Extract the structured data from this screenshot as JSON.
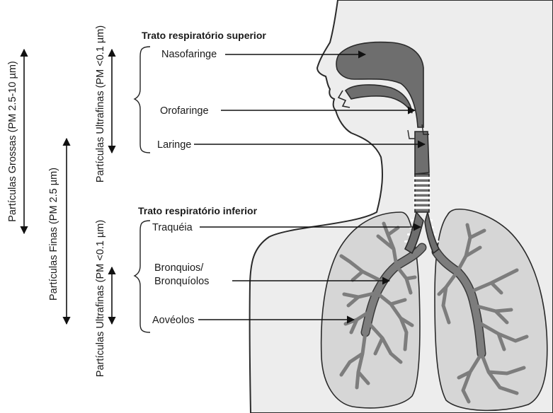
{
  "upper_section": {
    "title": "Trato respiratório superior",
    "labels": [
      "Nasofaringe",
      "Orofaringe",
      "Laringe"
    ]
  },
  "lower_section": {
    "title": "Trato respiratório inferior",
    "labels": [
      "Traquéia",
      "Bronquios/",
      "Bronquíolos",
      "Aovéolos"
    ]
  },
  "particle_ranges": {
    "coarse": "Partículas Grossas (PM 2.5-10 µm)",
    "fine": "Partículas Finas (PM 2.5 µm)",
    "ultrafine_upper": "Partículas Ultrafinas (PM <0.1 µm)",
    "ultrafine_lower": "Partículas Ultrafinas (PM <0.1 µm)"
  },
  "colors": {
    "airway": "#6e6e6e",
    "lung": "#d6d6d6",
    "body": "#ededed"
  }
}
